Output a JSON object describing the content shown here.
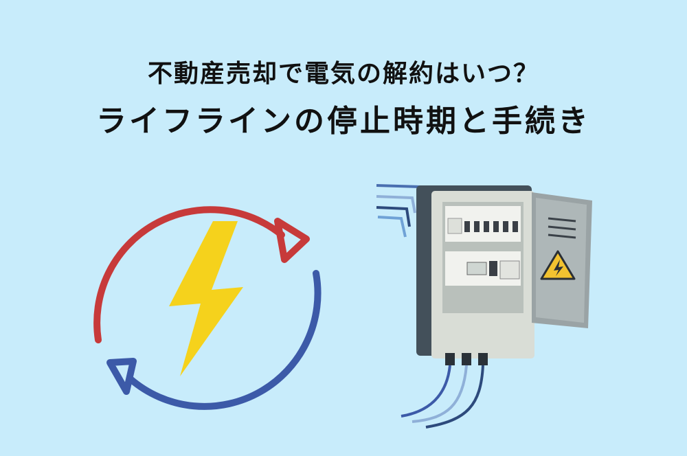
{
  "heading": {
    "line1": "不動産売却で電気の解約はいつ？",
    "line2": "ライフラインの停止時期と手続き"
  },
  "colors": {
    "background": "#c8ecfb",
    "arrow_red": "#c73a3a",
    "arrow_blue": "#3c5aa8",
    "bolt_yellow": "#f5d21c",
    "panel_gray": "#e4e7e2",
    "panel_dark": "#43505a",
    "warning_yellow": "#f2c230"
  },
  "icons": [
    "refresh-cycle-arrows",
    "lightning-bolt-icon",
    "electrical-panel-illustration",
    "warning-high-voltage-icon"
  ]
}
